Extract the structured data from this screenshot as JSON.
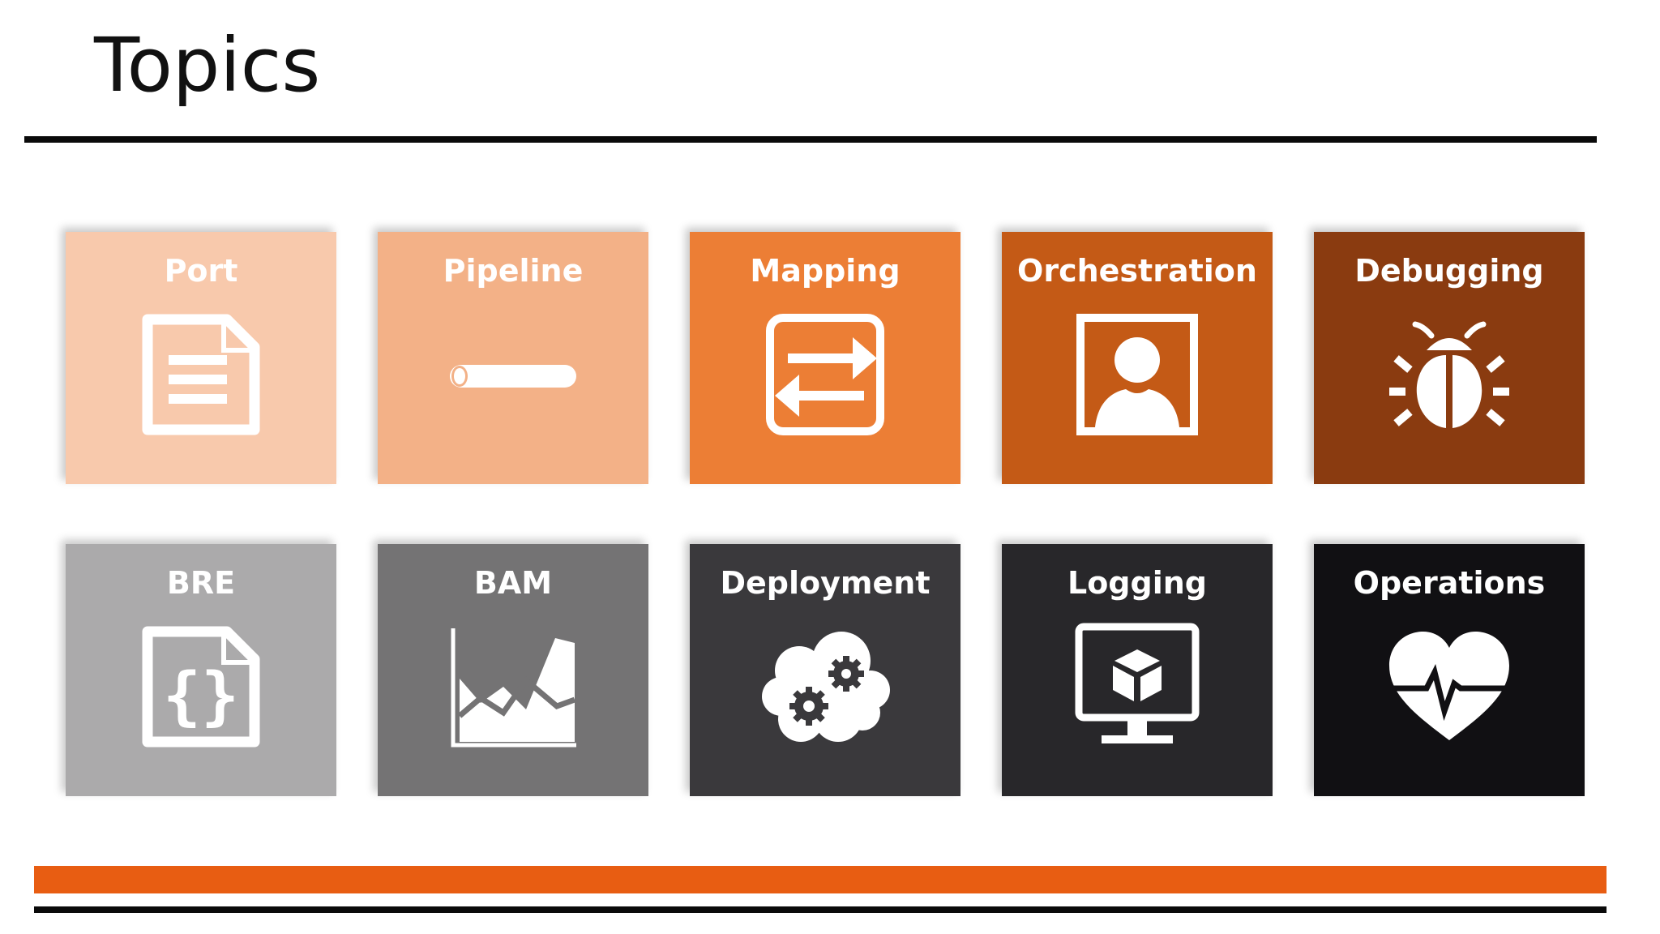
{
  "title": "Topics",
  "tiles": [
    {
      "label": "Port",
      "color": "#f8c9ac",
      "icon": "document-icon"
    },
    {
      "label": "Pipeline",
      "color": "#f3b187",
      "icon": "pipe-icon"
    },
    {
      "label": "Mapping",
      "color": "#ec7e35",
      "icon": "swap-arrows-icon"
    },
    {
      "label": "Orchestration",
      "color": "#c45a16",
      "icon": "portrait-icon"
    },
    {
      "label": "Debugging",
      "color": "#8a3b10",
      "icon": "bug-icon"
    },
    {
      "label": "BRE",
      "color": "#abaaab",
      "icon": "code-document-icon"
    },
    {
      "label": "BAM",
      "color": "#747374",
      "icon": "area-chart-icon"
    },
    {
      "label": "Deployment",
      "color": "#3a393c",
      "icon": "cloud-gears-icon"
    },
    {
      "label": "Logging",
      "color": "#28272a",
      "icon": "monitor-cube-icon"
    },
    {
      "label": "Operations",
      "color": "#111013",
      "icon": "heart-pulse-icon"
    }
  ],
  "colors": {
    "accent": "#e85d12",
    "rule": "#0a0a0a",
    "background": "#ffffff"
  }
}
